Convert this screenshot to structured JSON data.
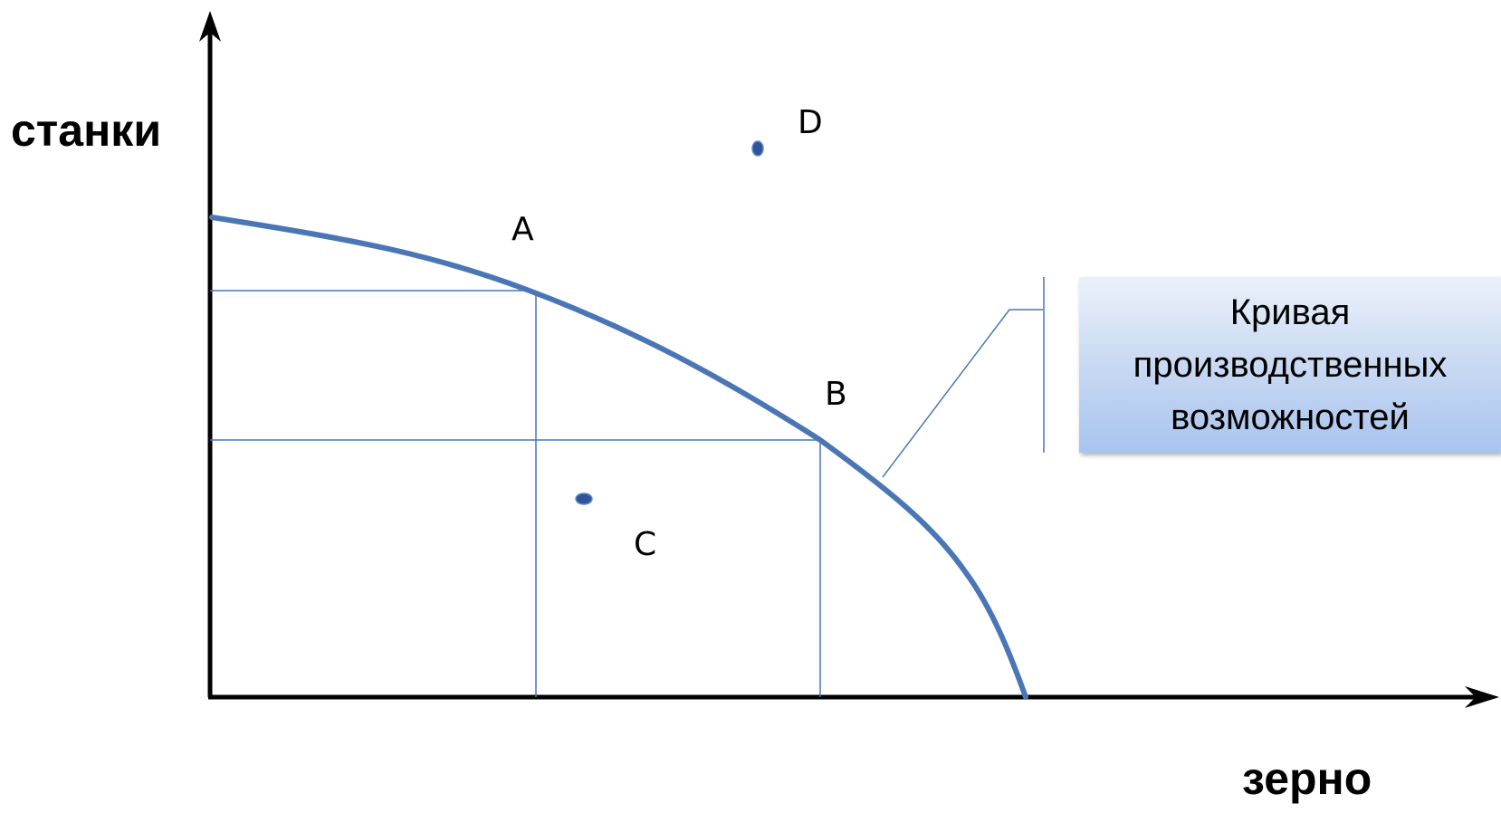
{
  "axes": {
    "y_label": "станки",
    "x_label": "зерно"
  },
  "points": {
    "A": "A",
    "B": "B",
    "C": "C",
    "D": "D"
  },
  "callout": {
    "lines": [
      "Кривая",
      "производственных",
      "возможностей"
    ]
  },
  "colors": {
    "curve": "#4a76b5",
    "guide_lines": "#4a76b5",
    "axes": "#000000",
    "callout_fill_top": "#eaf1fb",
    "callout_fill_bottom": "#a8c4ef"
  }
}
